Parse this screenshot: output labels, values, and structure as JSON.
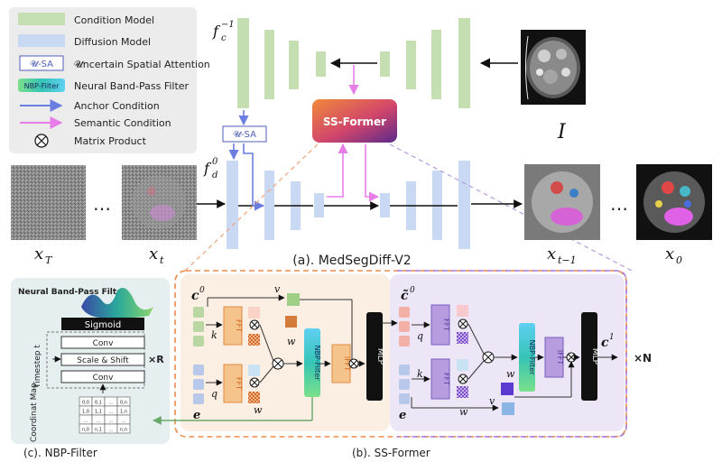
{
  "legend": {
    "condition_model": "Condition Model",
    "diffusion_model": "Diffusion Model",
    "usa_box": "𝓤-SA",
    "usa_text": "𝓤ncertain Spatial Attention",
    "nbp_box": "NBP-Filter",
    "nbp_text": "Neural Band-Pass Filter",
    "anchor": "Anchor Condition",
    "semantic": "Semantic Condition",
    "matrix": "Matrix Product"
  },
  "top": {
    "fc_label": "f",
    "fc_sub": "c",
    "fc_sup": "−1",
    "fd_label": "f",
    "fd_sub": "d",
    "fd_sup": "0",
    "usa": "𝓤-SA",
    "ssformer": "SS-Former",
    "image_I": "I",
    "x_T": "x",
    "x_T_sub": "T",
    "x_t": "x",
    "x_t_sub": "t",
    "x_t1": "x",
    "x_t1_sub": "t−1",
    "x_0": "x",
    "x_0_sub": "0",
    "dots": "…",
    "caption_a": "(a). MedSegDiff-V2"
  },
  "nbp_panel": {
    "title": "Neural Band-Pass Filter",
    "sigmoid": "Sigmoid",
    "conv1": "Conv",
    "scale_shift": "Scale & Shift",
    "conv2": "Conv",
    "timestep": "Timestep t",
    "repeat": "×R",
    "coord_map": "Coordinat Map",
    "caption": "(c). NBP-Filter",
    "grid": [
      "0,0",
      "0,1",
      "…",
      "0,n",
      "1,0",
      "1,1",
      "…",
      "1,n",
      "…",
      "…",
      "…",
      "…",
      "n,0",
      "n,1",
      "…",
      "n,n"
    ]
  },
  "ss_former": {
    "c0": "c",
    "c0_sup": "0",
    "k": "k",
    "q": "q",
    "v": "v",
    "w": "w",
    "e": "e",
    "fft": "FFT",
    "ifft": "IFFT",
    "nbp": "NBP-Filter",
    "mlp": "MLP",
    "c_tilde": "c̃",
    "c_tilde_sup": "0",
    "c1": "c",
    "c1_sup": "1",
    "repeat": "×N",
    "caption": "(b). SS-Former"
  },
  "colors": {
    "condition": "#c5dfb3",
    "diffusion": "#c9d8f3",
    "anchor": "#6b7ee0",
    "semantic": "#e77ee8",
    "fft_orange": "#f5c48c",
    "fft_purple": "#b79de0",
    "ss_bg_left": "#fbeee3",
    "ss_bg_right": "#ece6f6",
    "nbp_bg": "#e6efef"
  }
}
